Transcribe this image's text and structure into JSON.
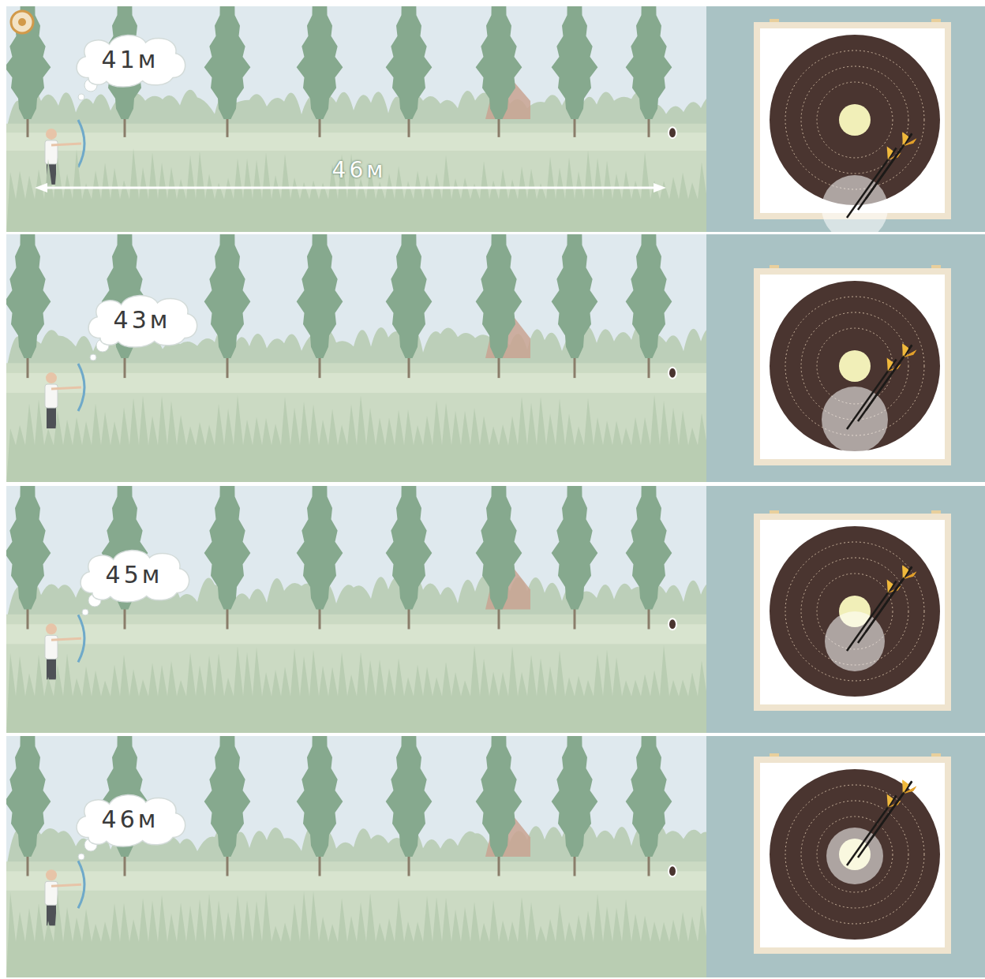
{
  "diagram": {
    "nodes": [
      {
        "text": [
          "41м"
        ]
      },
      {
        "text": [
          "43м"
        ]
      },
      {
        "text": [
          "45м"
        ]
      },
      {
        "text": [
          "46м"
        ]
      }
    ],
    "edges": [],
    "labels": [
      "46м"
    ]
  }
}
